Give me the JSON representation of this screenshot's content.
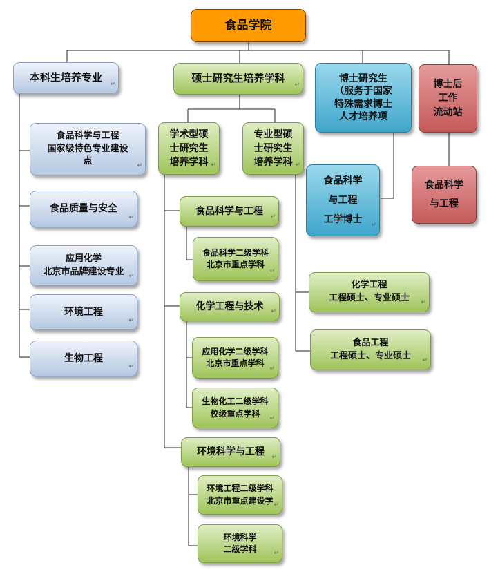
{
  "nodes": {
    "root": [
      "食品学院"
    ],
    "undergrad": [
      "本科生培养专业"
    ],
    "ug_food": [
      "食品科学与工程",
      "国家级特色专业建设",
      "点"
    ],
    "ug_quality": [
      "食品质量与安全"
    ],
    "ug_chem": [
      "应用化学",
      "北京市品牌建设专业"
    ],
    "ug_env": [
      "环境工程"
    ],
    "ug_bio": [
      "生物工程"
    ],
    "master": [
      "硕士研究生培养学科"
    ],
    "academic": [
      "学术型硕",
      "士研究生",
      "培养学科"
    ],
    "professional": [
      "专业型硕",
      "士研究生",
      "培养学科"
    ],
    "ac_food": [
      "食品科学与工程"
    ],
    "ac_food_sub": [
      "食品科学二级学科",
      "北京市重点学科"
    ],
    "ac_chem": [
      "化学工程与技术"
    ],
    "ac_chem_sub1": [
      "应用化学二级学科",
      "北京市重点学科"
    ],
    "ac_chem_sub2": [
      "生物化工二级学科",
      "校级重点学科"
    ],
    "ac_env": [
      "环境科学与工程"
    ],
    "ac_env_sub1": [
      "环境工程二级学科",
      "北京市重点建设学"
    ],
    "ac_env_sub2": [
      "环境科学",
      "二级学科"
    ],
    "pro_chem": [
      "化学工程",
      "工程硕士、专业硕士"
    ],
    "pro_food": [
      "食品工程",
      "工程硕士、专业硕士"
    ],
    "phd": [
      "博士研究生",
      "（服务于国家",
      "特殊需求博士",
      "人才培养项"
    ],
    "phd_food": [
      "食品科学",
      "与工程",
      "工学博士"
    ],
    "postdoc": [
      "博士后",
      "工作",
      "流动站"
    ],
    "postdoc_food": [
      "食品科学",
      "与工程"
    ]
  },
  "colors": {
    "root": "#ff9a00",
    "undergraduate": "#b5c8e2",
    "master": "#9fc45a",
    "phd": "#3fa6cb",
    "postdoc": "#c45a5a",
    "connector": "#222222"
  }
}
